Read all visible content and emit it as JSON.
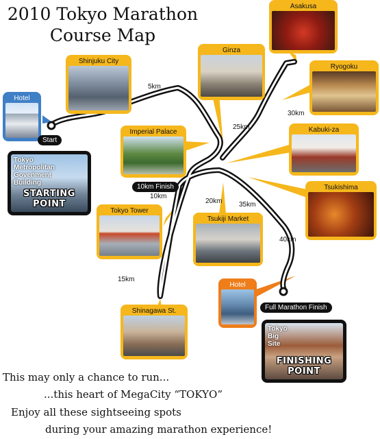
{
  "title": {
    "line1": "2010 Tokyo Marathon",
    "line2": "Course Map"
  },
  "landmarks": {
    "hotel_start": "Hotel",
    "shinjuku": "Shinjuku City",
    "imperial": "Imperial Palace",
    "tokyo_tower": "Tokyo Tower",
    "ginza": "Ginza",
    "asakusa": "Asakusa",
    "ryogoku": "Ryogoku",
    "kabukiza": "Kabuki-za",
    "tsukishima": "Tsukishima",
    "tsukiji": "Tsukiji Market",
    "hotel_finish": "Hotel",
    "shinagawa": "Shinagawa St."
  },
  "start_box": {
    "small": "Tokyo\nMetropolitan\nGovenment\nBuilding",
    "big": "STARTING POINT"
  },
  "finish_box": {
    "small": "Tokyo\nBig\nSite",
    "big": "FINISHING POINT"
  },
  "pills": {
    "start": "Start",
    "tenk": "10km Finish",
    "full": "Full Marathon Finish"
  },
  "km": {
    "k5": "5km",
    "k10": "10km",
    "k15": "15km",
    "k20": "20km",
    "k25": "25km",
    "k30": "30km",
    "k35": "35km",
    "k40": "40km"
  },
  "message": {
    "l1": "This may only a chance to run...",
    "l2": "...this heart of MegaCity “TOKYO”",
    "l3": "Enjoy all these sightseeing spots",
    "l4": "during your amazing marathon experience!"
  },
  "colors": {
    "card": "#f5b71c",
    "orange": "#ee7d1a",
    "blue": "#3f7fc6",
    "route": "#111111"
  }
}
